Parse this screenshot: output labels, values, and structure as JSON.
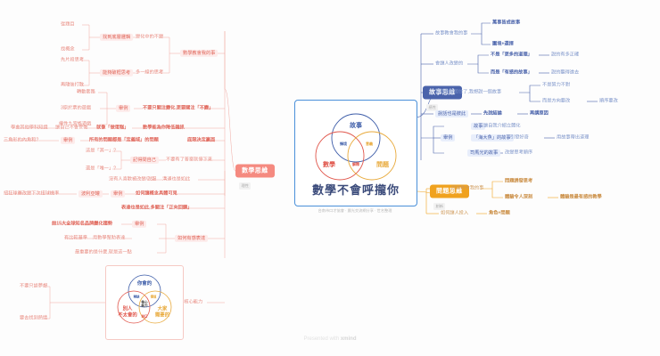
{
  "meta": {
    "watermark_prefix": "Presented with ",
    "watermark_brand": "xmind",
    "colors": {
      "red": "#f58a80",
      "blue": "#4a63ab",
      "orange": "#f0a21e",
      "card_border": "#4a90d9"
    }
  },
  "center": {
    "title": "數學不會呼攏你",
    "caption": "台南市口才協會 · 晨光交流網分享 · 世名整理",
    "venn": {
      "circles": [
        {
          "label": "故事",
          "color": "blue"
        },
        {
          "label": "數學",
          "color": "red"
        },
        {
          "label": "問題",
          "color": "orange"
        }
      ],
      "overlaps": [
        {
          "label": "情境",
          "color": "blue"
        },
        {
          "label": "意義",
          "color": "orange"
        },
        {
          "label": "解釋",
          "color": "red"
        }
      ]
    }
  },
  "branches": {
    "math": {
      "label": "數學思維",
      "tag": "理性",
      "color": "red"
    },
    "story": {
      "label": "故事思維",
      "tag": "感性",
      "color": "blue"
    },
    "problem": {
      "label": "問題思維",
      "tag": "創新",
      "color": "orange"
    }
  },
  "left_nodes": [
    {
      "id": "l1",
      "text": "從題目"
    },
    {
      "id": "l2",
      "text": "找概念"
    },
    {
      "id": "l3",
      "text": "找到底層邏輯",
      "chip": true
    },
    {
      "id": "l4",
      "text": "變化中的不變"
    },
    {
      "id": "l5",
      "text": "先片段思考"
    },
    {
      "id": "l6",
      "text": "再隨後打散"
    },
    {
      "id": "l7",
      "text": "能夠破框思考",
      "chip": true
    },
    {
      "id": "l8",
      "text": "多一線的思考"
    },
    {
      "id": "l9",
      "text": "數學教會我的事",
      "chip": true
    },
    {
      "id": "l10",
      "text": "轉動套路"
    },
    {
      "id": "l11",
      "text": "3原於票的遊戲"
    },
    {
      "id": "l12",
      "text": "權性九宮格遊戲"
    },
    {
      "id": "l13",
      "text": "舉例",
      "chip": true
    },
    {
      "id": "l14",
      "text": "不要只關注變化,更要關注「不變」"
    },
    {
      "id": "l15",
      "text": "學會其他學科知識"
    },
    {
      "id": "l16",
      "text": "讓自己不會受傷"
    },
    {
      "id": "l17",
      "text": "就像「做蛋糕」"
    },
    {
      "id": "l18",
      "text": "數學能為你降低雜訊"
    },
    {
      "id": "l19",
      "text": "三角形的內角和?"
    },
    {
      "id": "l20",
      "text": "舉例",
      "chip": true
    },
    {
      "id": "l21",
      "text": "所有的問題都是「定義域」的問題"
    },
    {
      "id": "l22",
      "text": "底限決定贏面"
    },
    {
      "id": "l23",
      "text": "這是「其一」?"
    },
    {
      "id": "l24",
      "text": "還是「唯一」?"
    },
    {
      "id": "l25",
      "text": "記得問自己",
      "chip": true
    },
    {
      "id": "l26",
      "text": "不要有了答案就停下來"
    },
    {
      "id": "l27",
      "text": "沒有人喜歡被改變/說服"
    },
    {
      "id": "l28",
      "text": "溝通也是如此"
    },
    {
      "id": "l29",
      "text": "扭狂球賽改變下次扭球機率"
    },
    {
      "id": "l30",
      "text": "波利亞罐",
      "chip": true
    },
    {
      "id": "l31",
      "text": "舉例",
      "chip": true
    },
    {
      "id": "l32",
      "text": "如何讓概念具體可見"
    },
    {
      "id": "l33",
      "text": "表達也是如此,多關注「正向回饋」"
    },
    {
      "id": "l34",
      "text": "前15大全球知名品牌變化趨勢"
    },
    {
      "id": "l35",
      "text": "舉例",
      "chip": true
    },
    {
      "id": "l36",
      "text": "有比較基準"
    },
    {
      "id": "l37",
      "text": "用數學幫助表達"
    },
    {
      "id": "l38",
      "text": "如何有感表達",
      "chip": true
    },
    {
      "id": "l39",
      "text": "最重要的是什麼,就是這一點"
    },
    {
      "id": "l40",
      "text": "不要只談夢想"
    },
    {
      "id": "l41",
      "text": "要去找到熱情"
    },
    {
      "id": "l42",
      "text": "找到核心能力"
    }
  ],
  "right_nodes": [
    {
      "id": "r1",
      "text": "故事教會我的事"
    },
    {
      "id": "r2",
      "text": "萬事皆成故事",
      "bold": true
    },
    {
      "id": "r3",
      "text": "圍境+選擇",
      "bold": true
    },
    {
      "id": "r4",
      "text": "會讓人改變的"
    },
    {
      "id": "r5",
      "text": "不是「更多的道理」",
      "bold": true
    },
    {
      "id": "r6",
      "text": "說的有多正確"
    },
    {
      "id": "r7",
      "text": "而是「有感的故事」",
      "bold": true
    },
    {
      "id": "r8",
      "text": "說的聽得進去"
    },
    {
      "id": "r9",
      "text": "當我們被困住了,我想說一個故事"
    },
    {
      "id": "r10",
      "text": "不是努力不對"
    },
    {
      "id": "r11",
      "text": "而是方向要改"
    },
    {
      "id": "r12",
      "text": "順序要改"
    },
    {
      "id": "r13",
      "text": "說話也是彼此",
      "bold": true
    },
    {
      "id": "r14",
      "text": "先說結論",
      "bold": true
    },
    {
      "id": "r15",
      "text": "再講原因",
      "bold": true
    },
    {
      "id": "r16",
      "text": "舉例"
    },
    {
      "id": "r17",
      "text": "故事"
    },
    {
      "id": "r18",
      "text": "讓自我介紹立體化"
    },
    {
      "id": "r19",
      "text": "「海大魚」的故事"
    },
    {
      "id": "r20",
      "text": "引發好奇"
    },
    {
      "id": "r21",
      "text": "用故事帶出道理"
    },
    {
      "id": "r22",
      "text": "司馬光的故事"
    },
    {
      "id": "r23",
      "text": "改變思考順序"
    },
    {
      "id": "r24",
      "text": "問題教會我的事"
    },
    {
      "id": "r25",
      "text": "問題誘發思考",
      "bold": true
    },
    {
      "id": "r26",
      "text": "體驗令人深刻",
      "bold": true
    },
    {
      "id": "r27",
      "text": "體驗是最有感的教學",
      "bold": true
    },
    {
      "id": "r28",
      "text": "如何讓人投入"
    },
    {
      "id": "r29",
      "text": "角色+問題",
      "bold": true
    }
  ],
  "bottom_card": {
    "venn": {
      "circles": [
        {
          "label": "你會的",
          "color": "blue"
        },
        {
          "label": "別人\n不太會的",
          "color": "red"
        },
        {
          "label": "大家\n需要的",
          "color": "orange"
        }
      ],
      "overlaps": [
        {
          "label": "稀缺",
          "color": "blue"
        },
        {
          "label": "價值",
          "color": "orange"
        },
        {
          "label": "缺口",
          "color": "red"
        },
        {
          "label": "核心\n能力",
          "color": "dark"
        }
      ]
    }
  }
}
